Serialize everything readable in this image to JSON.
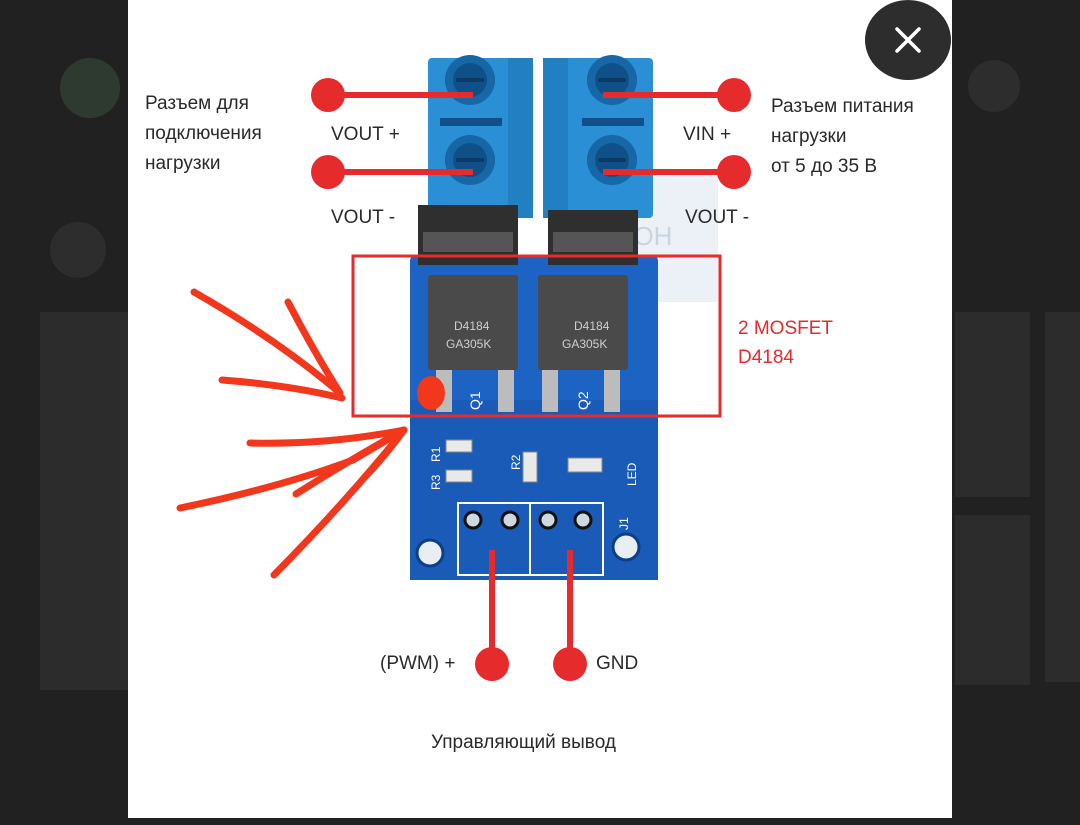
{
  "viewer": {
    "close_icon": "close-icon",
    "close_label": "✕"
  },
  "image": {
    "load_conn": "Разъем для\nподключения\nнагрузки",
    "power_conn": "Разъем питания\nнагрузки\nот 5 до 35 В",
    "vout_plus": "VOUT +",
    "vout_minus_left": "VOUT -",
    "vin_plus": "VIN +",
    "vout_minus_right": "VOUT -",
    "mosfet_line1": "2 MOSFET",
    "mosfet_line2": "D4184",
    "chip1_text1": "D4184",
    "chip1_text2": "GA305K",
    "chip2_text1": "D4184",
    "chip2_text2": "GA305K",
    "q1": "Q1",
    "q2": "Q2",
    "r1": "R1",
    "r2": "R2",
    "r3": "R3",
    "led": "LED",
    "j1": "J1",
    "pwm": "(PWM) +",
    "gnd": "GND",
    "control": "Управляющий вывод",
    "watermark": "GIOH"
  },
  "colors": {
    "annotation_red": "#e52b2b",
    "arrow_red": "#f2371c",
    "pcb_blue": "#1c63c4",
    "terminal_blue": "#2a8fd4",
    "backdrop": "#202120"
  }
}
